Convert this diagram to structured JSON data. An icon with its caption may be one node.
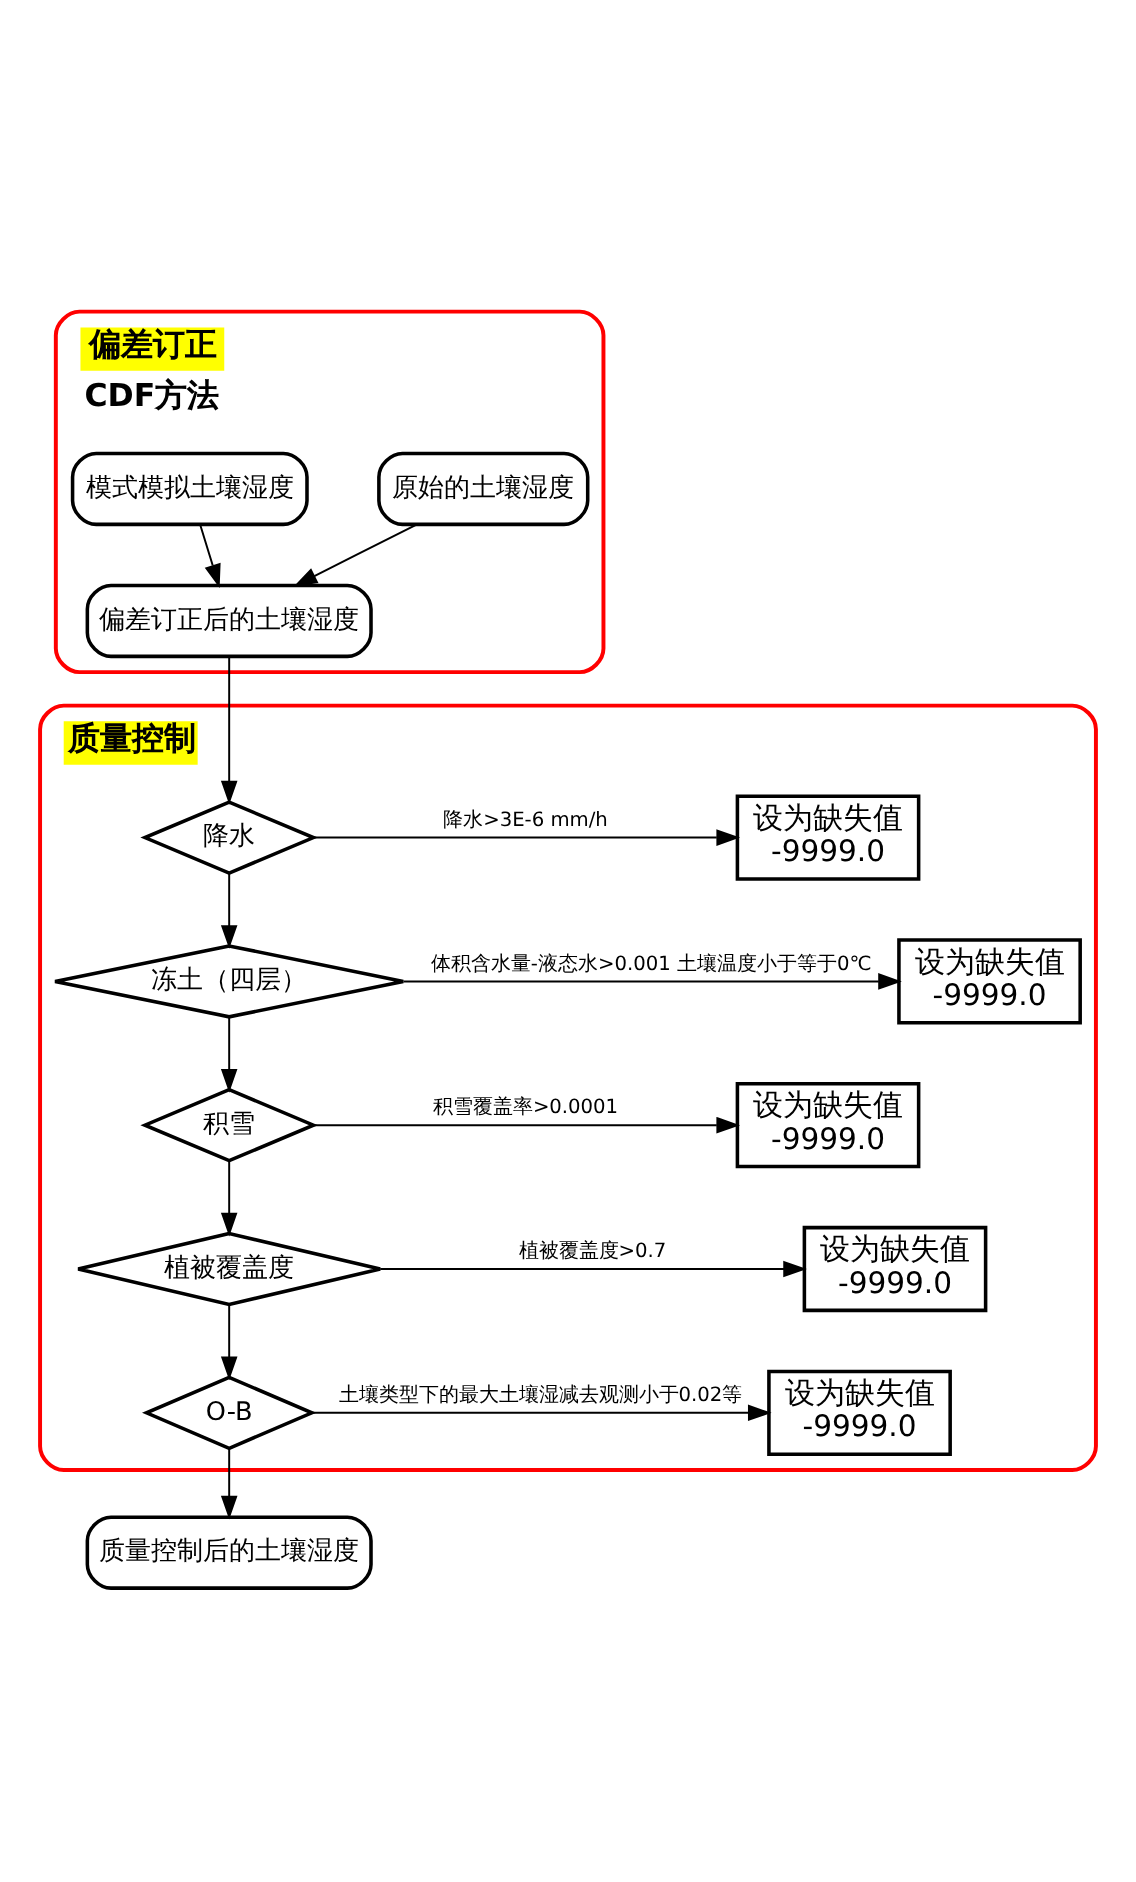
{
  "diagram": {
    "nodes": [
      {
        "text": [
          "偏差订正",
          "CDF方法"
        ]
      },
      {
        "text": [
          "原始的土壤湿度"
        ],
        "in": 0
      },
      {
        "text": [
          "模式模拟土壤湿度"
        ],
        "in": 0
      },
      {
        "text": [
          "偏差订正后的土壤湿度"
        ],
        "in": 0
      },
      {
        "text": [
          "质量控制"
        ]
      },
      {
        "text": [
          "降水"
        ],
        "in": 4
      },
      {
        "text": [
          "设为缺失值",
          "-9999.0"
        ],
        "in": 4
      },
      {
        "text": [
          "冻土（四层）"
        ],
        "in": 4
      },
      {
        "text": [
          "设为缺失值",
          "-9999.0"
        ],
        "in": 4
      },
      {
        "text": [
          "积雪"
        ],
        "in": 4
      },
      {
        "text": [
          "设为缺失值",
          "-9999.0"
        ],
        "in": 4
      },
      {
        "text": [
          "植被覆盖度"
        ],
        "in": 4
      },
      {
        "text": [
          "设为缺失值",
          "-9999.0"
        ],
        "in": 4
      },
      {
        "text": [
          "O-B"
        ],
        "in": 4
      },
      {
        "text": [
          "设为缺失值",
          "-9999.0"
        ],
        "in": 4
      },
      {
        "text": [
          "质量控制后的土壤湿度"
        ]
      }
    ],
    "edges": [
      {
        "from": 1,
        "to": 3,
        "arrow": "to"
      },
      {
        "from": 2,
        "to": 3,
        "arrow": "to"
      },
      {
        "from": 3,
        "to": 5,
        "arrow": "to"
      },
      {
        "from": 5,
        "to": 6,
        "arrow": "to",
        "label": "降水>3E-6 mm/h"
      },
      {
        "from": 5,
        "to": 7,
        "arrow": "to"
      },
      {
        "from": 7,
        "to": 8,
        "arrow": "to",
        "label": "体积含水量-液态水>0.001 土壤温度小于等于0℃"
      },
      {
        "from": 7,
        "to": 9,
        "arrow": "to"
      },
      {
        "from": 9,
        "to": 10,
        "arrow": "to",
        "label": "积雪覆盖率>0.0001"
      },
      {
        "from": 9,
        "to": 11,
        "arrow": "to"
      },
      {
        "from": 11,
        "to": 12,
        "arrow": "to",
        "label": "植被覆盖度>0.7"
      },
      {
        "from": 11,
        "to": 13,
        "arrow": "to"
      },
      {
        "from": 13,
        "to": 14,
        "arrow": "to",
        "label": "土壤类型下的最大土壤湿减去观测小于0.02等"
      },
      {
        "from": 13,
        "to": 15,
        "arrow": "to"
      }
    ]
  }
}
